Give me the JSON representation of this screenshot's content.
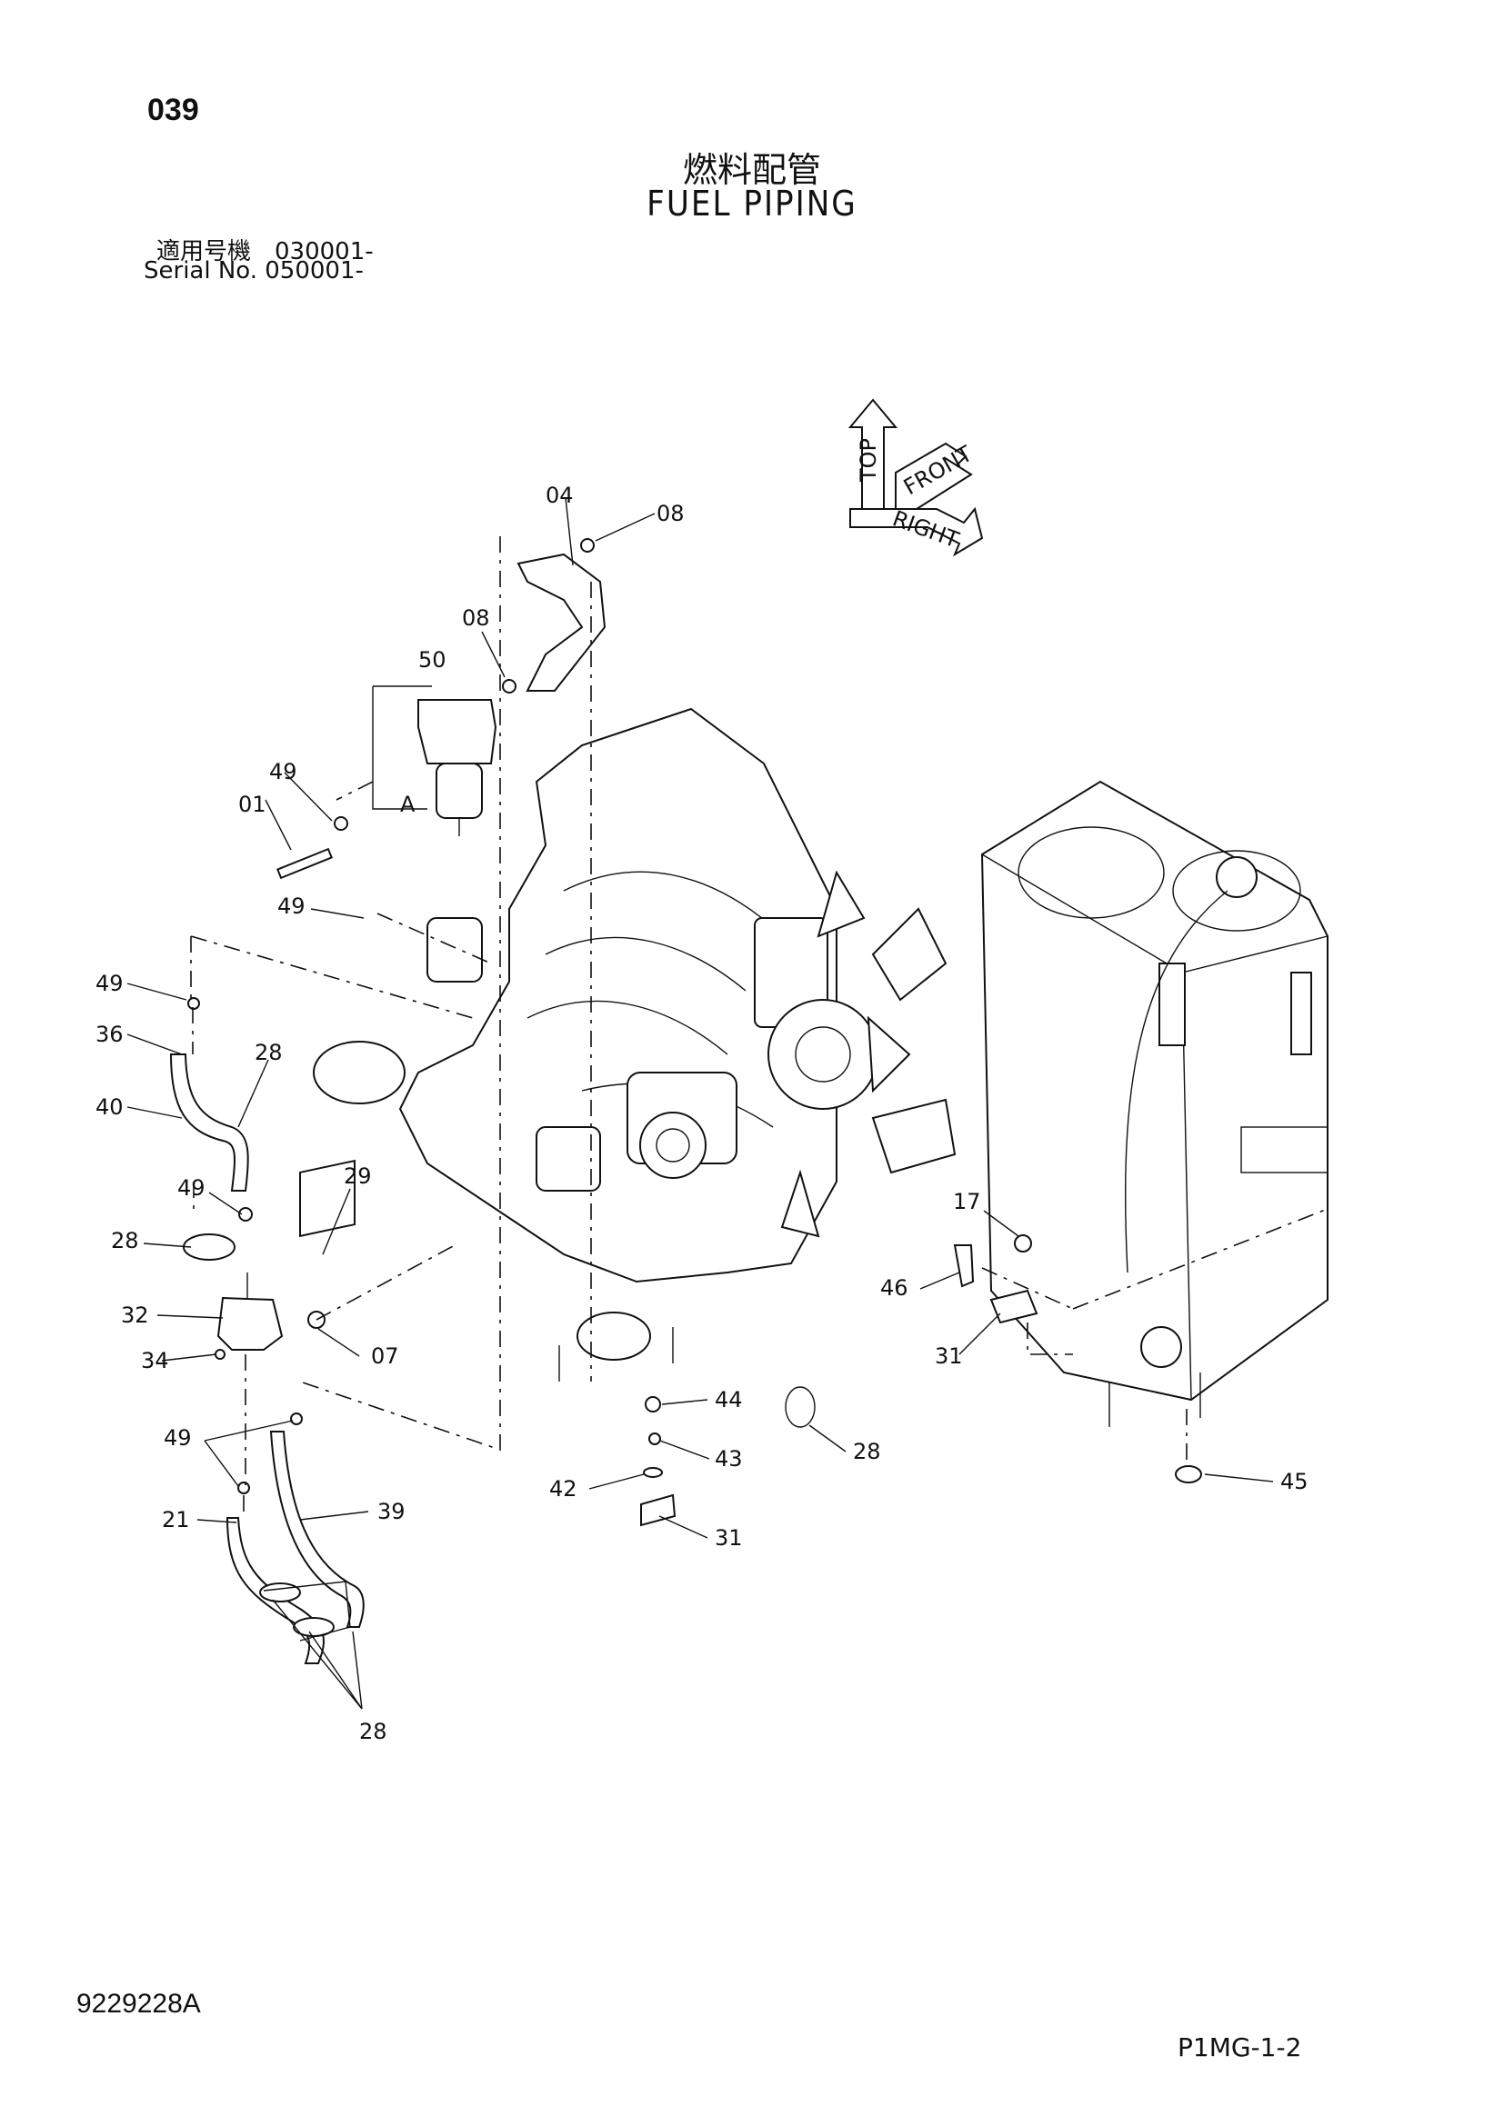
{
  "header": {
    "page_number": "039",
    "title_jp": "燃料配管",
    "title_en": "FUEL PIPING",
    "serial_jp": "適用号機　030001-",
    "serial_en": "Serial No. 050001-"
  },
  "orientation": {
    "top": "TOP",
    "front": "FRONT",
    "right": "RIGHT"
  },
  "callouts": {
    "c04": "04",
    "c08a": "08",
    "c08b": "08",
    "c50": "50",
    "cA": "A",
    "c49a": "49",
    "c01": "01",
    "c49b": "49",
    "c49c": "49",
    "c36": "36",
    "c28a": "28",
    "c40": "40",
    "c49d": "49",
    "c28b": "28",
    "c29": "29",
    "c32": "32",
    "c07": "07",
    "c34": "34",
    "c49e": "49",
    "c21": "21",
    "c39": "39",
    "c28c": "28",
    "c17": "17",
    "c46": "46",
    "c31a": "31",
    "c44": "44",
    "c43": "43",
    "c42": "42",
    "c31b": "31",
    "c28d": "28",
    "c45": "45"
  },
  "footer": {
    "doc_code": "9229228A",
    "page_ref": "P1MG-1-2"
  }
}
